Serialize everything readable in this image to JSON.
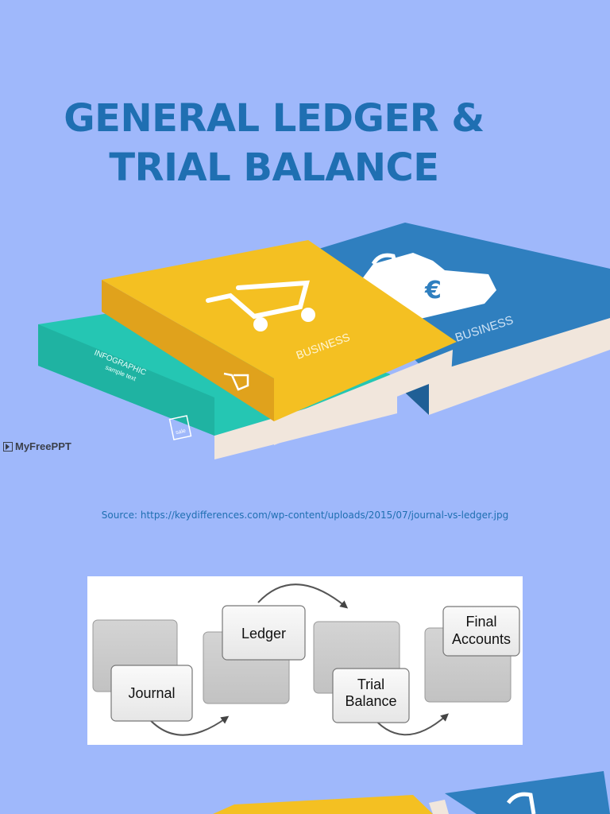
{
  "title": {
    "line1": "GENERAL LEDGER &",
    "line2": "TRIAL BALANCE"
  },
  "hero": {
    "book_green_title": "INFOGRAPHIC",
    "book_green_sub": "sample text",
    "book_green_tag": "sale",
    "book_yellow_label": "BUSINESS",
    "book_blue_label": "BUSINESS",
    "currency_symbol": "€",
    "watermark": "MyFreePPT"
  },
  "source_text": "Source: https://keydifferences.com/wp-content/uploads/2015/07/journal-vs-ledger.jpg",
  "diagram": {
    "steps": [
      {
        "line1": "Journal",
        "line2": ""
      },
      {
        "line1": "Ledger",
        "line2": ""
      },
      {
        "line1": "Trial",
        "line2": "Balance"
      },
      {
        "line1": "Final",
        "line2": "Accounts"
      }
    ]
  },
  "colors": {
    "background": "#9fb8fb",
    "title": "#1f6fb2",
    "yellow": "#f4c022",
    "blue": "#2f7fbf",
    "teal": "#25c6b3"
  }
}
